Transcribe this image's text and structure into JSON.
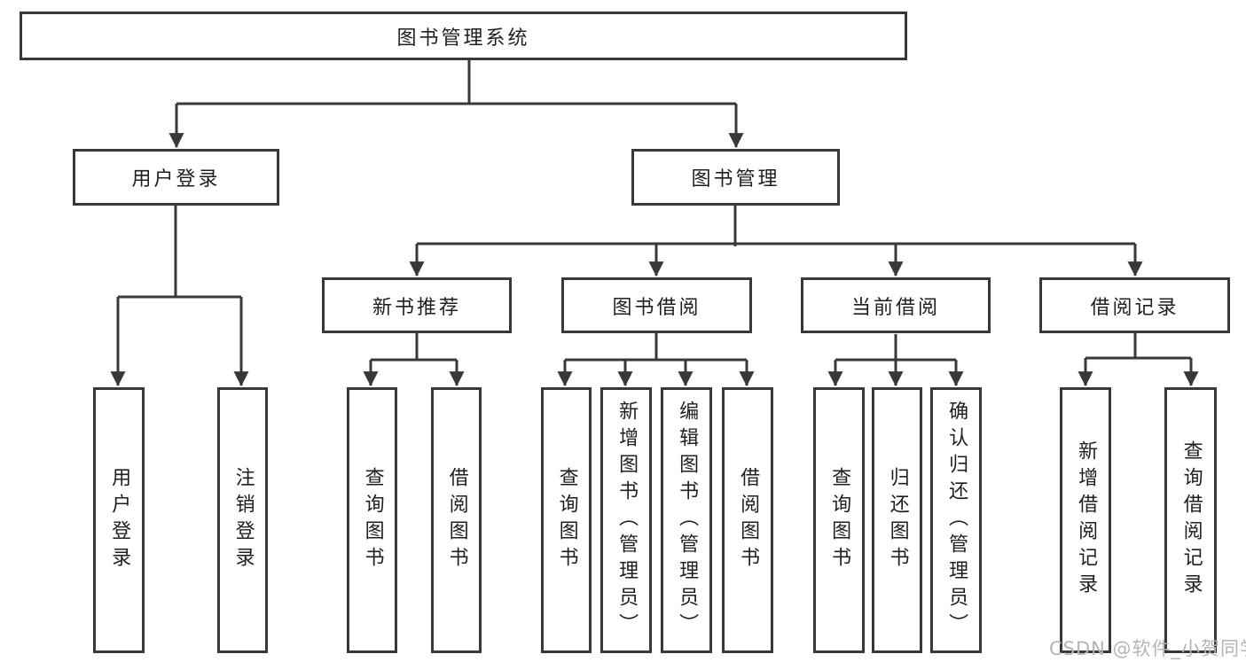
{
  "diagram": {
    "root": {
      "label": "图书管理系统"
    },
    "level2": [
      {
        "label": "用户登录"
      },
      {
        "label": "图书管理"
      }
    ],
    "level3": [
      {
        "label": "新书推荐"
      },
      {
        "label": "图书借阅"
      },
      {
        "label": "当前借阅"
      },
      {
        "label": "借阅记录"
      }
    ],
    "leaves": [
      {
        "label": "用户登录"
      },
      {
        "label": "注销登录"
      },
      {
        "label": "查询图书"
      },
      {
        "label": "借阅图书"
      },
      {
        "label": "查询图书"
      },
      {
        "label": "新增图书（管理员）"
      },
      {
        "label": "编辑图书（管理员）"
      },
      {
        "label": "借阅图书"
      },
      {
        "label": "查询图书"
      },
      {
        "label": "归还图书"
      },
      {
        "label": "确认归还（管理员）"
      },
      {
        "label": "新增借阅记录"
      },
      {
        "label": "查询借阅记录"
      }
    ]
  },
  "watermark": {
    "text": "CSDN @软件_小贺同学"
  },
  "colors": {
    "line": "#383838",
    "text": "#1f1f1f",
    "watermark": "#b5b5b5",
    "background": "#ffffff"
  }
}
